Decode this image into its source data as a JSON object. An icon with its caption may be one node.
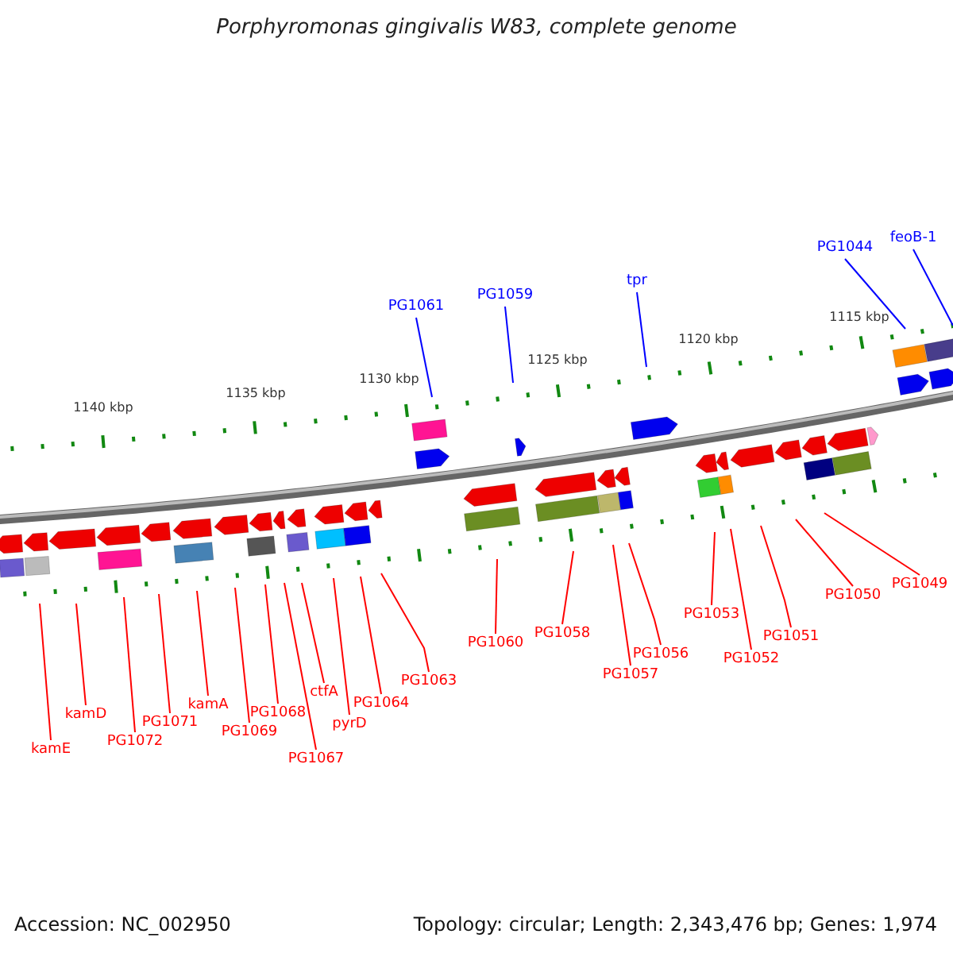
{
  "diagram": {
    "title": "Porphyromonas gingivalis W83, complete genome",
    "nodes": [
      {
        "text": [
          "PG1061"
        ]
      },
      {
        "text": [
          "PG1059"
        ]
      },
      {
        "text": [
          "tpr"
        ]
      },
      {
        "text": [
          "PG1044"
        ]
      },
      {
        "text": [
          "feoB-1"
        ]
      },
      {
        "text": [
          "kamE"
        ]
      },
      {
        "text": [
          "kamD"
        ]
      },
      {
        "text": [
          "PG1072"
        ]
      },
      {
        "text": [
          "PG1071"
        ]
      },
      {
        "text": [
          "kamA"
        ]
      },
      {
        "text": [
          "PG1069"
        ]
      },
      {
        "text": [
          "PG1068"
        ]
      },
      {
        "text": [
          "PG1067"
        ]
      },
      {
        "text": [
          "ctfA"
        ]
      },
      {
        "text": [
          "pyrD"
        ]
      },
      {
        "text": [
          "PG1064"
        ]
      },
      {
        "text": [
          "PG1063"
        ]
      },
      {
        "text": [
          "PG1060"
        ]
      },
      {
        "text": [
          "PG1058"
        ]
      },
      {
        "text": [
          "PG1056"
        ]
      },
      {
        "text": [
          "PG1057"
        ]
      },
      {
        "text": [
          "PG1053"
        ]
      },
      {
        "text": [
          "PG1052"
        ]
      },
      {
        "text": [
          "PG1051"
        ]
      },
      {
        "text": [
          "PG1050"
        ]
      },
      {
        "text": [
          "PG1049"
        ]
      }
    ],
    "edges": [
      {
        "from": 0,
        "to": null,
        "arrow": "none",
        "color": "#0000ff"
      },
      {
        "from": 1,
        "to": null,
        "arrow": "none",
        "color": "#0000ff"
      },
      {
        "from": 2,
        "to": null,
        "arrow": "none",
        "color": "#0000ff"
      },
      {
        "from": 3,
        "to": null,
        "arrow": "none",
        "color": "#0000ff"
      },
      {
        "from": 4,
        "to": null,
        "arrow": "none",
        "color": "#0000ff"
      },
      {
        "from": 5,
        "to": null,
        "arrow": "none"
      },
      {
        "from": 6,
        "to": null,
        "arrow": "none"
      },
      {
        "from": 7,
        "to": null,
        "arrow": "none"
      },
      {
        "from": 8,
        "to": null,
        "arrow": "none"
      },
      {
        "from": 9,
        "to": null,
        "arrow": "none"
      },
      {
        "from": 10,
        "to": null,
        "arrow": "none"
      },
      {
        "from": 11,
        "to": null,
        "arrow": "none"
      },
      {
        "from": 12,
        "to": null,
        "arrow": "none"
      },
      {
        "from": 13,
        "to": null,
        "arrow": "none"
      },
      {
        "from": 14,
        "to": null,
        "arrow": "none"
      },
      {
        "from": 15,
        "to": null,
        "arrow": "none"
      },
      {
        "from": 16,
        "to": null,
        "arrow": "none"
      },
      {
        "from": 17,
        "to": null,
        "arrow": "none"
      },
      {
        "from": 18,
        "to": null,
        "arrow": "none"
      },
      {
        "from": 19,
        "to": null,
        "arrow": "none"
      },
      {
        "from": 20,
        "to": null,
        "arrow": "none"
      },
      {
        "from": 21,
        "to": null,
        "arrow": "none"
      },
      {
        "from": 22,
        "to": null,
        "arrow": "none"
      },
      {
        "from": 23,
        "to": null,
        "arrow": "none"
      },
      {
        "from": 24,
        "to": null,
        "arrow": "none"
      },
      {
        "from": 25,
        "to": null,
        "arrow": "none"
      }
    ],
    "labels": [
      "1140 kbp",
      "1135 kbp",
      "1130 kbp",
      "1125 kbp",
      "1120 kbp",
      "1115 kbp",
      "Accession: NC_002950",
      "Topology: circular; Length: 2,343,476 bp; Genes: 1,974"
    ]
  }
}
